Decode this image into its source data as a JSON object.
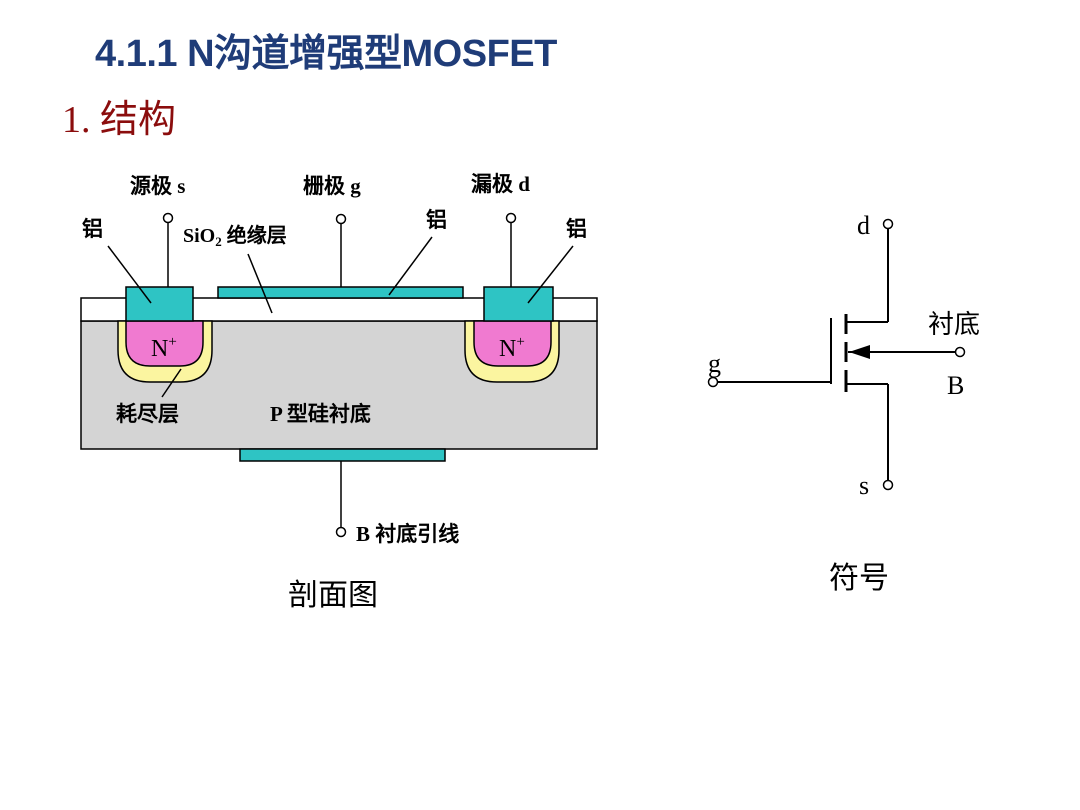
{
  "slide": {
    "title": "4.1.1  N沟道增强型MOSFET",
    "subtitle": "1.  结构"
  },
  "cross_section": {
    "source_label": "源极 s",
    "gate_label": "栅极 g",
    "drain_label": "漏极 d",
    "aluminum_left": "铝",
    "aluminum_mid": "铝",
    "aluminum_right": "铝",
    "oxide_label_main": "SiO",
    "oxide_label_sub": "2",
    "oxide_label_rest": " 绝缘层",
    "n_plus_left": "N",
    "n_plus_right": "N",
    "plus_sign": "+",
    "depletion_label": "耗尽层",
    "substrate_label": "P 型硅衬底",
    "body_lead_label": "B 衬底引线",
    "caption": "剖面图"
  },
  "symbol": {
    "d": "d",
    "g": "g",
    "s": "s",
    "substrate": "衬底",
    "b": "B",
    "caption": "符号"
  },
  "colors": {
    "title": "#1f3c78",
    "subtitle": "#8b0d0d",
    "substrate": "#d4d4d4",
    "metal": "#2ec4c4",
    "n_plus": "#f07ad0",
    "depletion": "#fbf5a0"
  }
}
